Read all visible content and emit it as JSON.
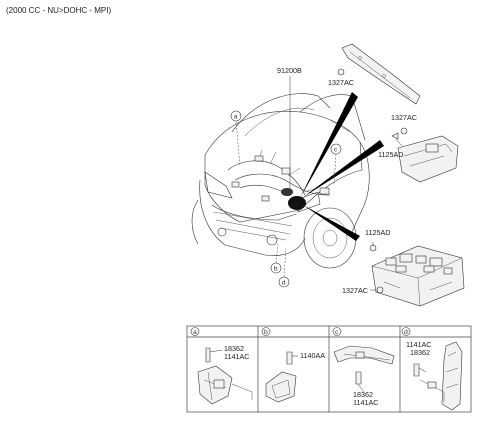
{
  "header": {
    "title": "(2000 CC - NU>DOHC - MPI)"
  },
  "main_labels": {
    "harness": "91200B",
    "clip_top": "1327AC",
    "clip_right": "1327AC",
    "bolt_right": "1125AD",
    "bolt_lower": "1125AD",
    "clip_box": "1327AC"
  },
  "callouts": {
    "a": "a",
    "b": "b",
    "c": "c",
    "d": "d"
  },
  "detail_panels": [
    {
      "letter": "a",
      "codes": [
        "18362",
        "1141AC"
      ]
    },
    {
      "letter": "b",
      "codes": [
        "1140AA"
      ]
    },
    {
      "letter": "c",
      "codes": [
        "18362",
        "1141AC"
      ]
    },
    {
      "letter": "d",
      "codes": [
        "1141AC",
        "18362"
      ]
    }
  ]
}
